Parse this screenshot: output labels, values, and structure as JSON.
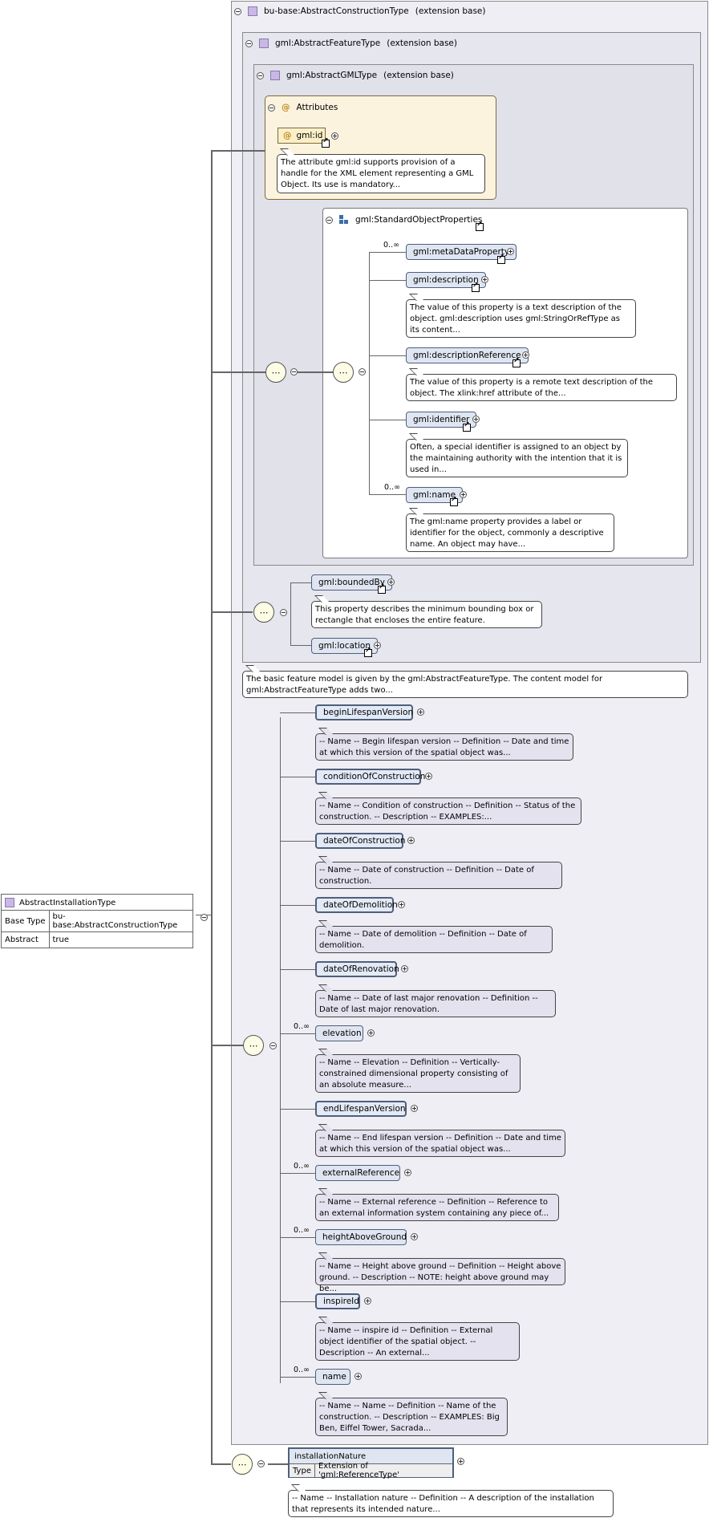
{
  "extensions": {
    "outer": {
      "name": "bu-base:AbstractConstructionType",
      "suffix": "(extension base)"
    },
    "feature": {
      "name": "gml:AbstractFeatureType",
      "suffix": "(extension base)"
    },
    "gml": {
      "name": "gml:AbstractGMLType",
      "suffix": "(extension base)"
    }
  },
  "attributes": {
    "title": "Attributes",
    "id_label": "gml:id",
    "id_doc": "The attribute gml:id supports provision of a handle for the XML element representing a GML Object. Its use is mandatory..."
  },
  "standard_object_properties": {
    "title": "gml:StandardObjectProperties",
    "items": [
      {
        "name": "gml:metaDataProperty",
        "card": "0..∞",
        "doc": ""
      },
      {
        "name": "gml:description",
        "card": "",
        "doc": "The value of this property is a text description of the object. gml:description uses gml:StringOrRefType as its content..."
      },
      {
        "name": "gml:descriptionReference",
        "card": "",
        "doc": "The value of this property is a remote text description of the object. The xlink:href attribute of the..."
      },
      {
        "name": "gml:identifier",
        "card": "",
        "doc": "Often, a special identifier is assigned to an object by the maintaining authority with the intention that it is used in..."
      },
      {
        "name": "gml:name",
        "card": "0..∞",
        "doc": "The gml:name property provides a label or identifier for the object, commonly a descriptive name. An object may have..."
      }
    ]
  },
  "feature_group": {
    "bounded_by": "gml:boundedBy",
    "bounded_by_doc": "This property describes the minimum bounding box or rectangle that encloses the entire feature.",
    "location": "gml:location",
    "feature_doc": "The basic feature model is given by the gml:AbstractFeatureType. The content model for gml:AbstractFeatureType adds two..."
  },
  "construction_elements": [
    {
      "name": "beginLifespanVersion",
      "card": "",
      "doc": "-- Name -- Begin lifespan version -- Definition -- Date and time at which this version of the spatial object was..."
    },
    {
      "name": "conditionOfConstruction",
      "card": "",
      "doc": "-- Name -- Condition of construction -- Definition -- Status of the construction. -- Description -- EXAMPLES:..."
    },
    {
      "name": "dateOfConstruction",
      "card": "",
      "doc": "-- Name -- Date of construction -- Definition -- Date of construction."
    },
    {
      "name": "dateOfDemolition",
      "card": "",
      "doc": "-- Name -- Date of demolition -- Definition -- Date of demolition."
    },
    {
      "name": "dateOfRenovation",
      "card": "",
      "doc": "-- Name -- Date of last major renovation -- Definition -- Date of last major renovation."
    },
    {
      "name": "elevation",
      "card": "0..∞",
      "doc": "-- Name -- Elevation -- Definition -- Vertically-constrained dimensional property consisting of an absolute measure..."
    },
    {
      "name": "endLifespanVersion",
      "card": "",
      "doc": "-- Name -- End lifespan version -- Definition -- Date and time at which this version of the spatial object was..."
    },
    {
      "name": "externalReference",
      "card": "0..∞",
      "doc": "-- Name -- External reference -- Definition -- Reference to an external information system containing any piece of..."
    },
    {
      "name": "heightAboveGround",
      "card": "0..∞",
      "doc": "-- Name -- Height above ground -- Definition -- Height above ground. -- Description -- NOTE: height above ground may be..."
    },
    {
      "name": "inspireId",
      "card": "",
      "doc": "-- Name -- inspire id -- Definition -- External object identifier of the spatial object. -- Description -- An external..."
    },
    {
      "name": "name",
      "card": "0..∞",
      "doc": "-- Name -- Name -- Definition -- Name of the construction. -- Description -- EXAMPLES: Big Ben, Eiffel Tower, Sacrada..."
    }
  ],
  "type_table": {
    "title": "AbstractInstallationType",
    "rows": [
      {
        "key": "Base Type",
        "value": "bu-base:AbstractConstructionType"
      },
      {
        "key": "Abstract",
        "value": "true"
      }
    ]
  },
  "installation_nature": {
    "name": "installationNature",
    "type_key": "Type",
    "type_value": "Extension of 'gml:ReferenceType'",
    "doc": "-- Name -- Installation nature -- Definition -- A description of the installation that represents its intended nature..."
  }
}
